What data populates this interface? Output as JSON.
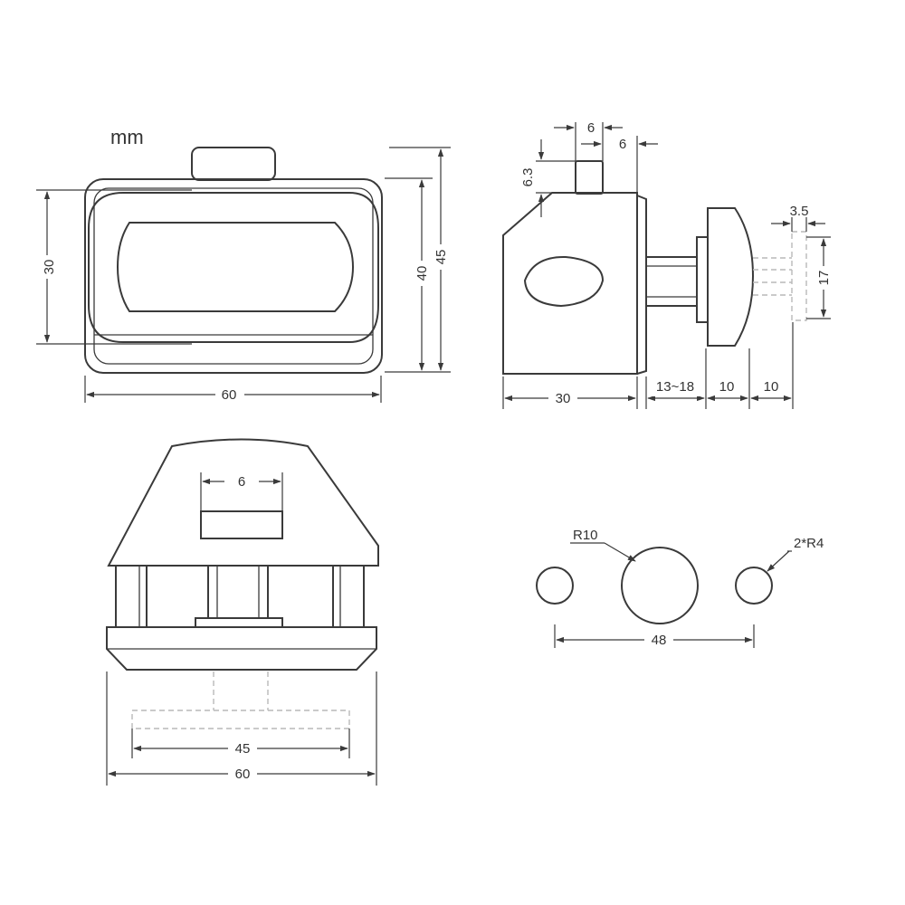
{
  "units_label": "mm",
  "views": {
    "front": {
      "width": "60",
      "height_inner": "30",
      "height_mid": "40",
      "height_outer": "45"
    },
    "side": {
      "pin_width": "6",
      "pin_offset": "6",
      "pin_height": "6.3",
      "body_depth": "30",
      "gap": "13~18",
      "knob_depth": "10",
      "plug_depth": "10",
      "plug_width": "3.5",
      "plug_height": "17"
    },
    "bottom": {
      "slot_width": "6",
      "inner_width": "45",
      "outer_width": "60"
    },
    "cutout": {
      "center_radius": "R10",
      "side_radius": "2*R4",
      "spacing": "48"
    }
  },
  "colors": {
    "line": "#3a3a3a",
    "hidden": "#b9b9b9",
    "background": "#ffffff"
  }
}
